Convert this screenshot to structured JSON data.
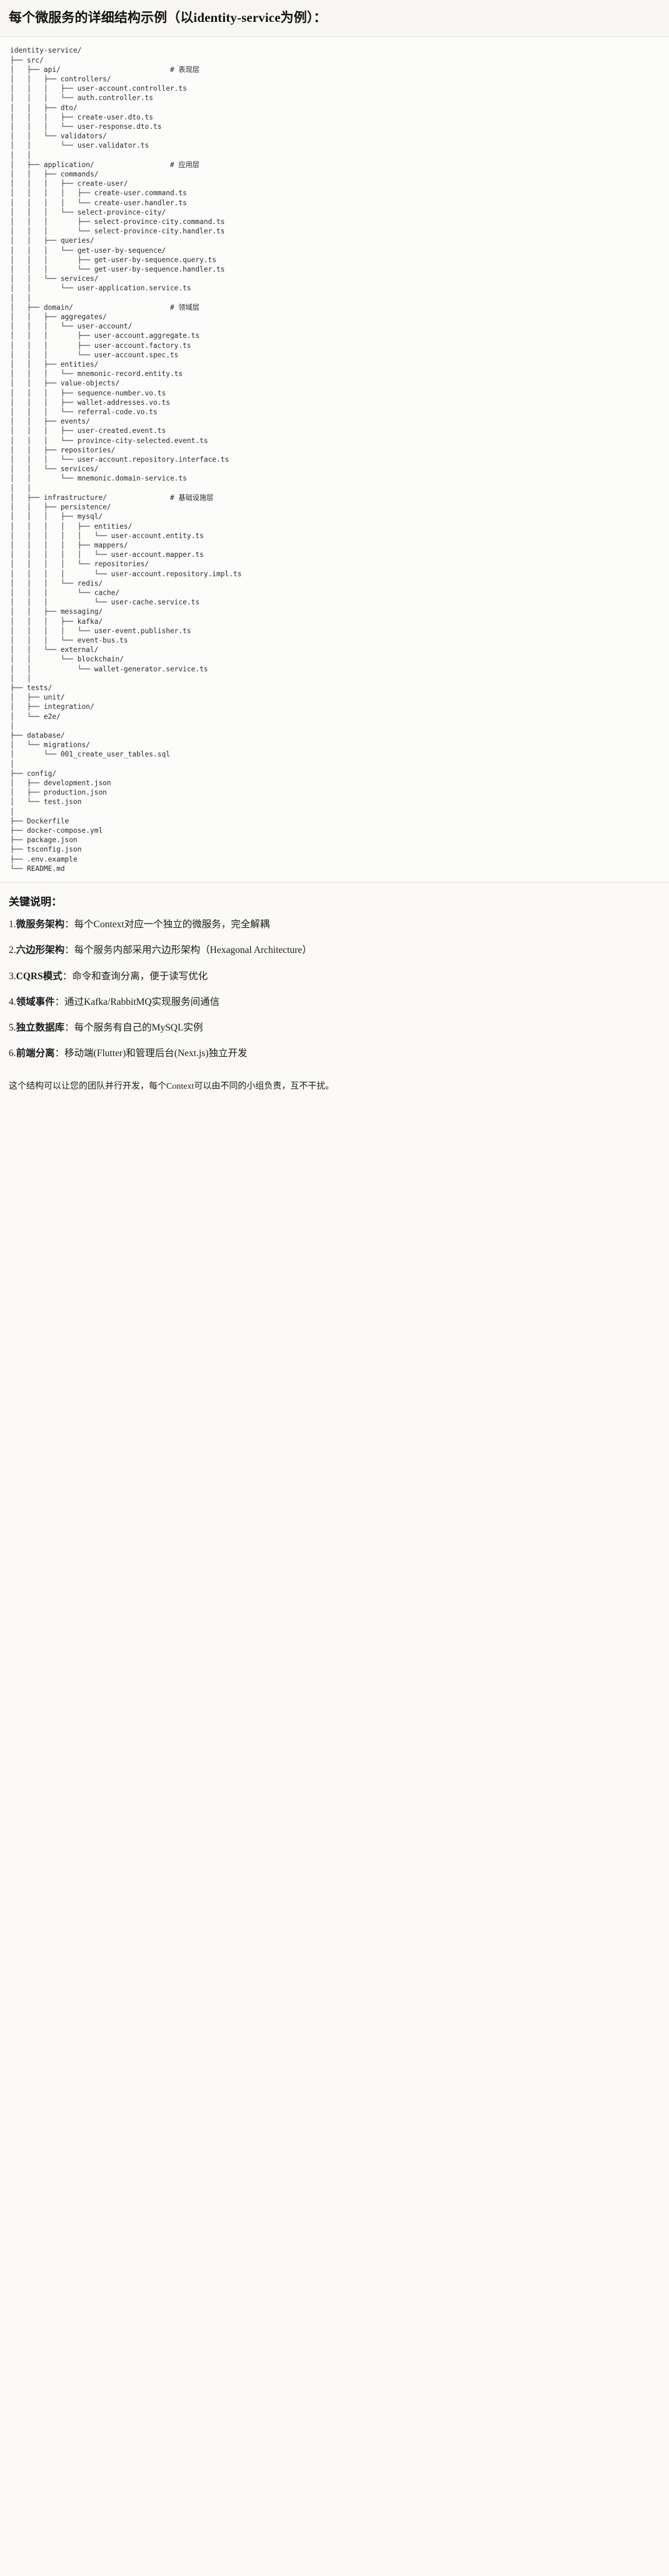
{
  "header": {
    "title": "每个微服务的详细结构示例（以identity-service为例）："
  },
  "tree": {
    "root": "identity-service/",
    "text": "identity-service/\n├── src/\n│   ├── api/                          # 表现层\n│   │   ├── controllers/\n│   │   │   ├── user-account.controller.ts\n│   │   │   └── auth.controller.ts\n│   │   ├── dto/\n│   │   │   ├── create-user.dto.ts\n│   │   │   └── user-response.dto.ts\n│   │   └── validators/\n│   │       └── user.validator.ts\n│   │\n│   ├── application/                  # 应用层\n│   │   ├── commands/\n│   │   │   ├── create-user/\n│   │   │   │   ├── create-user.command.ts\n│   │   │   │   └── create-user.handler.ts\n│   │   │   └── select-province-city/\n│   │   │       ├── select-province-city.command.ts\n│   │   │       └── select-province-city.handler.ts\n│   │   ├── queries/\n│   │   │   └── get-user-by-sequence/\n│   │   │       ├── get-user-by-sequence.query.ts\n│   │   │       └── get-user-by-sequence.handler.ts\n│   │   └── services/\n│   │       └── user-application.service.ts\n│   │\n│   ├── domain/                       # 领域层\n│   │   ├── aggregates/\n│   │   │   └── user-account/\n│   │   │       ├── user-account.aggregate.ts\n│   │   │       ├── user-account.factory.ts\n│   │   │       └── user-account.spec.ts\n│   │   ├── entities/\n│   │   │   └── mnemonic-record.entity.ts\n│   │   ├── value-objects/\n│   │   │   ├── sequence-number.vo.ts\n│   │   │   ├── wallet-addresses.vo.ts\n│   │   │   └── referral-code.vo.ts\n│   │   ├── events/\n│   │   │   ├── user-created.event.ts\n│   │   │   └── province-city-selected.event.ts\n│   │   ├── repositories/\n│   │   │   └── user-account.repository.interface.ts\n│   │   └── services/\n│   │       └── mnemonic.domain-service.ts\n│   │\n│   ├── infrastructure/               # 基础设施层\n│   │   ├── persistence/\n│   │   │   ├── mysql/\n│   │   │   │   ├── entities/\n│   │   │   │   │   └── user-account.entity.ts\n│   │   │   │   ├── mappers/\n│   │   │   │   │   └── user-account.mapper.ts\n│   │   │   │   └── repositories/\n│   │   │   │       └── user-account.repository.impl.ts\n│   │   │   └── redis/\n│   │   │       └── cache/\n│   │   │           └── user-cache.service.ts\n│   │   ├── messaging/\n│   │   │   ├── kafka/\n│   │   │   │   └── user-event.publisher.ts\n│   │   │   └── event-bus.ts\n│   │   └── external/\n│   │       └── blockchain/\n│   │           └── wallet-generator.service.ts\n│   │\n├── tests/\n│   ├── unit/\n│   ├── integration/\n│   └── e2e/\n│\n├── database/\n│   └── migrations/\n│       └── 001_create_user_tables.sql\n│\n├── config/\n│   ├── development.json\n│   ├── production.json\n│   └── test.json\n│\n├── Dockerfile\n├── docker-compose.yml\n├── package.json\n├── tsconfig.json\n├── .env.example\n└── README.md",
    "comments": [
      {
        "label": "# 表现层",
        "for": "api/"
      },
      {
        "label": "# 应用层",
        "for": "application/"
      },
      {
        "label": "# 领域层",
        "for": "domain/"
      },
      {
        "label": "# 基础设施层",
        "for": "infrastructure/"
      }
    ]
  },
  "notes": {
    "heading": "关键说明：",
    "items": [
      {
        "num": "1.",
        "term": "微服务架构",
        "sep": "：",
        "desc": "每个Context对应一个独立的微服务，完全解耦"
      },
      {
        "num": "2.",
        "term": "六边形架构",
        "sep": "：",
        "desc": "每个服务内部采用六边形架构（Hexagonal Architecture）"
      },
      {
        "num": "3.",
        "term": "CQRS模式",
        "sep": "：",
        "desc": "命令和查询分离，便于读写优化"
      },
      {
        "num": "4.",
        "term": "领域事件",
        "sep": "：",
        "desc": "通过Kafka/RabbitMQ实现服务间通信"
      },
      {
        "num": "5.",
        "term": "独立数据库",
        "sep": "：",
        "desc": "每个服务有自己的MySQL实例"
      },
      {
        "num": "6.",
        "term": "前端分离",
        "sep": "：",
        "desc": "移动端(Flutter)和管理后台(Next.js)独立开发"
      }
    ]
  },
  "footer": {
    "text": "这个结构可以让您的团队并行开发，每个Context可以由不同的小组负责，互不干扰。"
  }
}
